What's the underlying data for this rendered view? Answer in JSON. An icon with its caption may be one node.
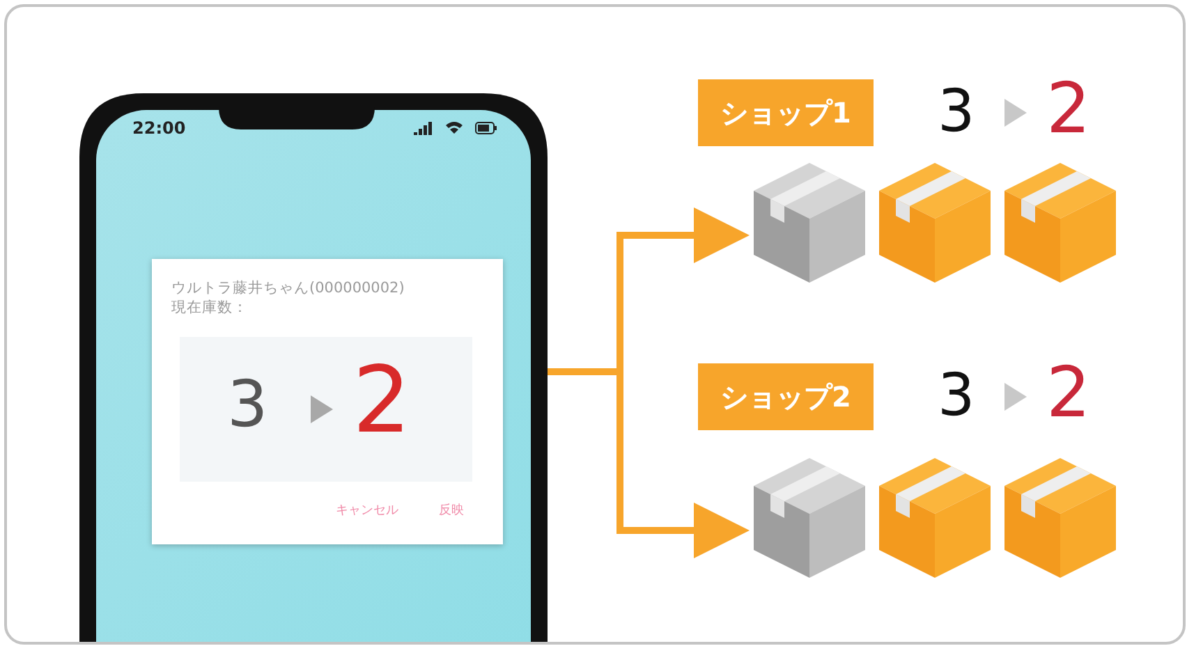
{
  "diagram": {
    "nodes": [
      {
        "text": [
          "22:00"
        ]
      },
      {
        "text": [
          "ウルトラ藤井ちゃん(000000002)",
          "現在庫数：",
          "3",
          "2",
          "キャンセル",
          "反映"
        ],
        "in": 0
      },
      {
        "text": [
          "ショップ1"
        ]
      },
      {
        "text": [],
        "shape": "picture"
      },
      {
        "text": [
          "ショップ2"
        ]
      },
      {
        "text": [],
        "shape": "picture"
      }
    ],
    "edges": [
      {
        "from": 0,
        "to": 3,
        "arrow": "to"
      },
      {
        "from": 0,
        "to": 5,
        "arrow": "to"
      }
    ],
    "labels": [
      "3",
      "2",
      "3",
      "2"
    ]
  }
}
